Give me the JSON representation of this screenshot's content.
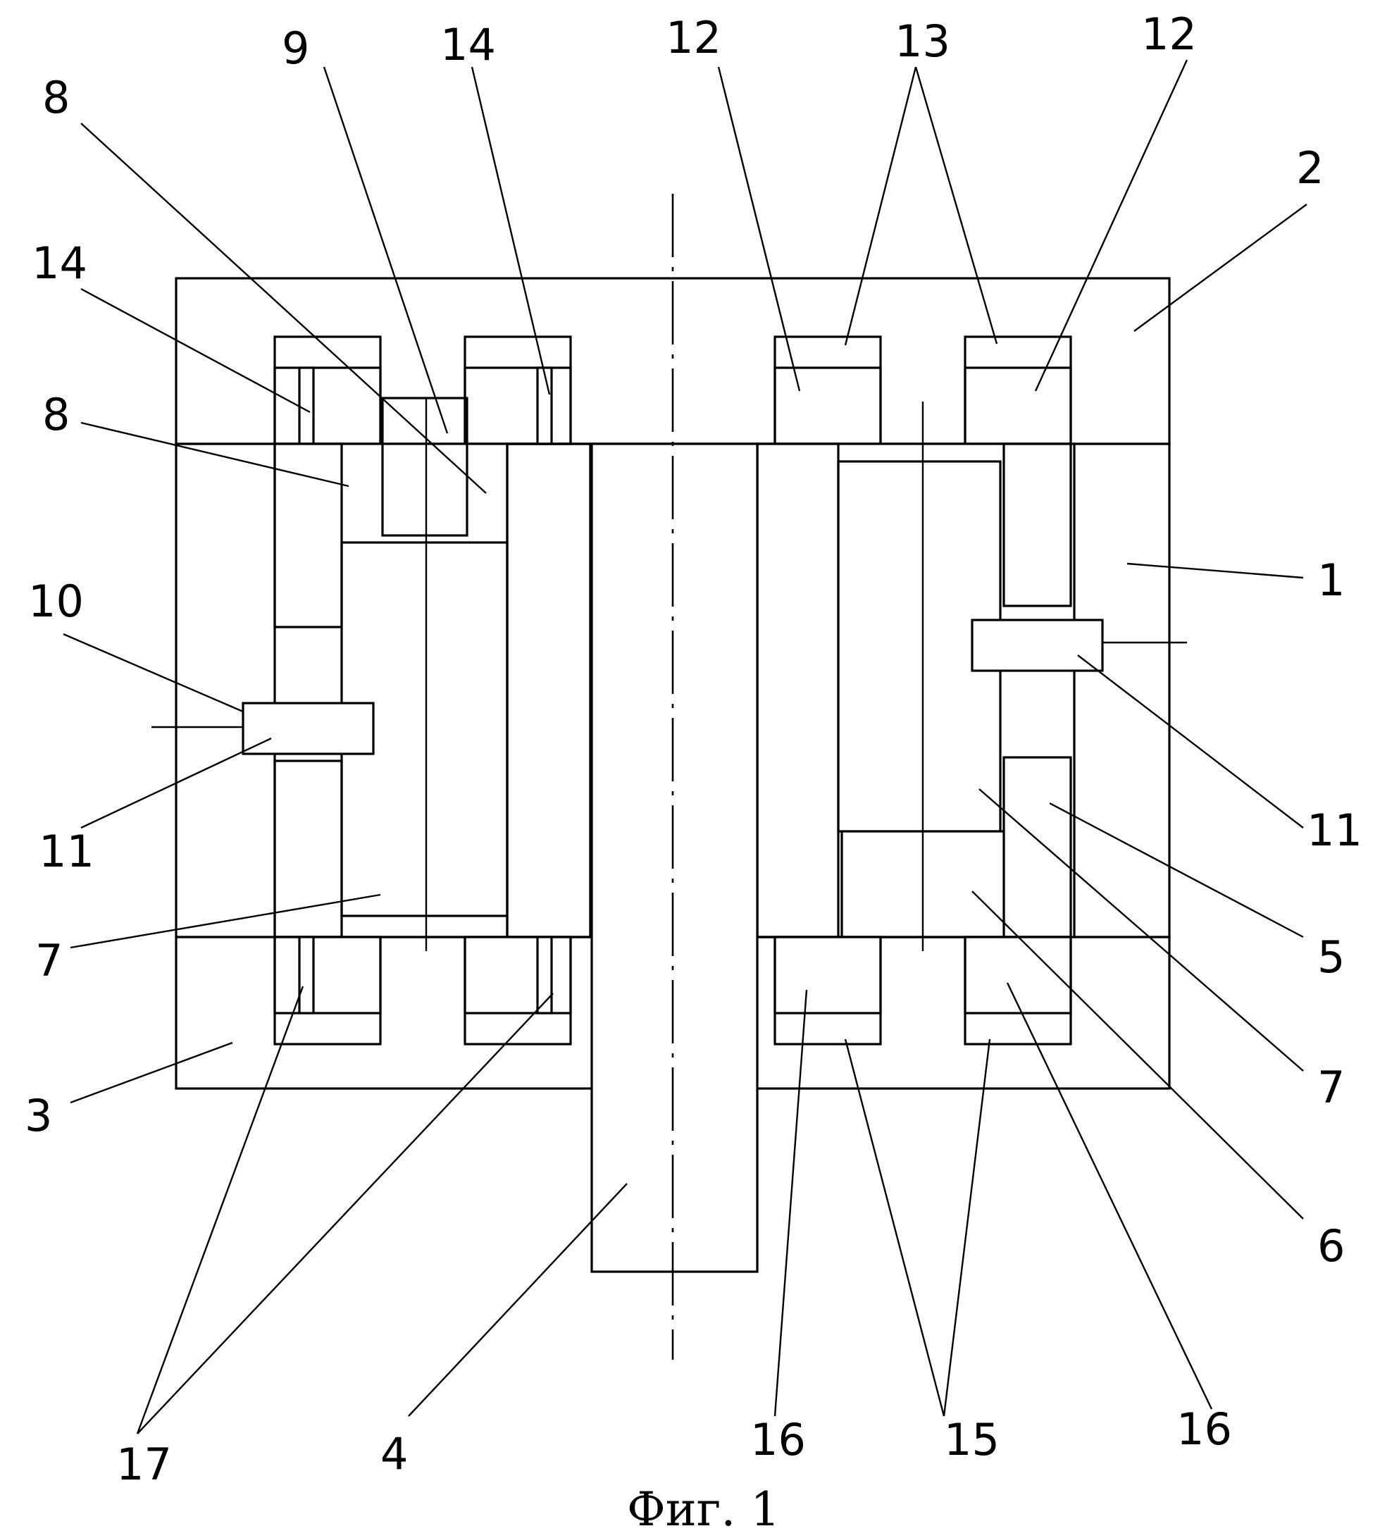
{
  "figure": {
    "caption": "Фиг. 1",
    "labels": {
      "l1": "1",
      "l2": "2",
      "l3": "3",
      "l4": "4",
      "l5": "5",
      "l6": "6",
      "l7a": "7",
      "l7b": "7",
      "l8a": "8",
      "l8b": "8",
      "l9": "9",
      "l10": "10",
      "l11a": "11",
      "l11b": "11",
      "l12a": "12",
      "l12b": "12",
      "l13": "13",
      "l14a": "14",
      "l14b": "14",
      "l15": "15",
      "l16a": "16",
      "l16b": "16",
      "l17": "17"
    }
  }
}
